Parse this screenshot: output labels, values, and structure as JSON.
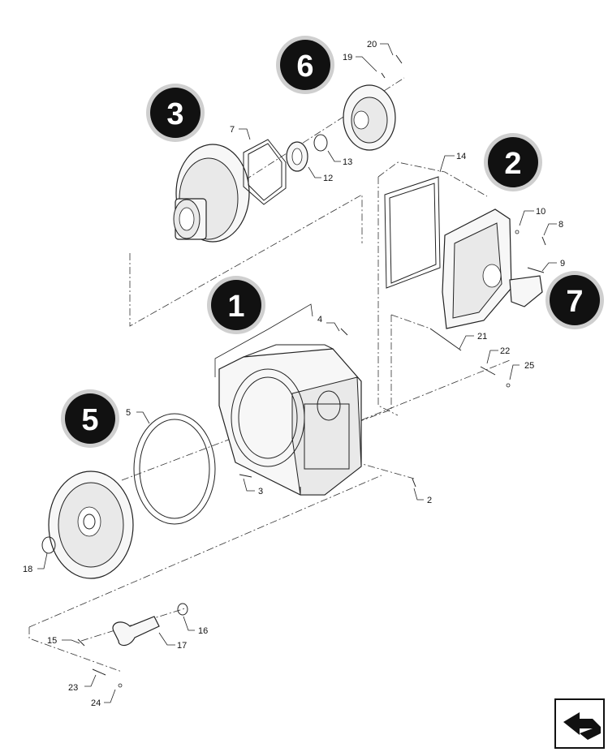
{
  "callouts": {
    "c1": "1",
    "c2": "2",
    "c3": "3",
    "c5": "5",
    "c6": "6",
    "c7": "7"
  },
  "labels": {
    "l2": "2",
    "l3": "3",
    "l4": "4",
    "l5": "5",
    "l7": "7",
    "l8": "8",
    "l9": "9",
    "l10": "10",
    "l12": "12",
    "l13": "13",
    "l14": "14",
    "l15": "15",
    "l16": "16",
    "l17": "17",
    "l18": "18",
    "l19": "19",
    "l20": "20",
    "l21": "21",
    "l22": "22",
    "l23": "23",
    "l24": "24",
    "l25": "25"
  },
  "icons": {
    "navigation": "return-arrow-icon"
  },
  "colors": {
    "callout_fill": "#111111",
    "callout_ring": "#cfcfcf",
    "line": "#222222"
  }
}
